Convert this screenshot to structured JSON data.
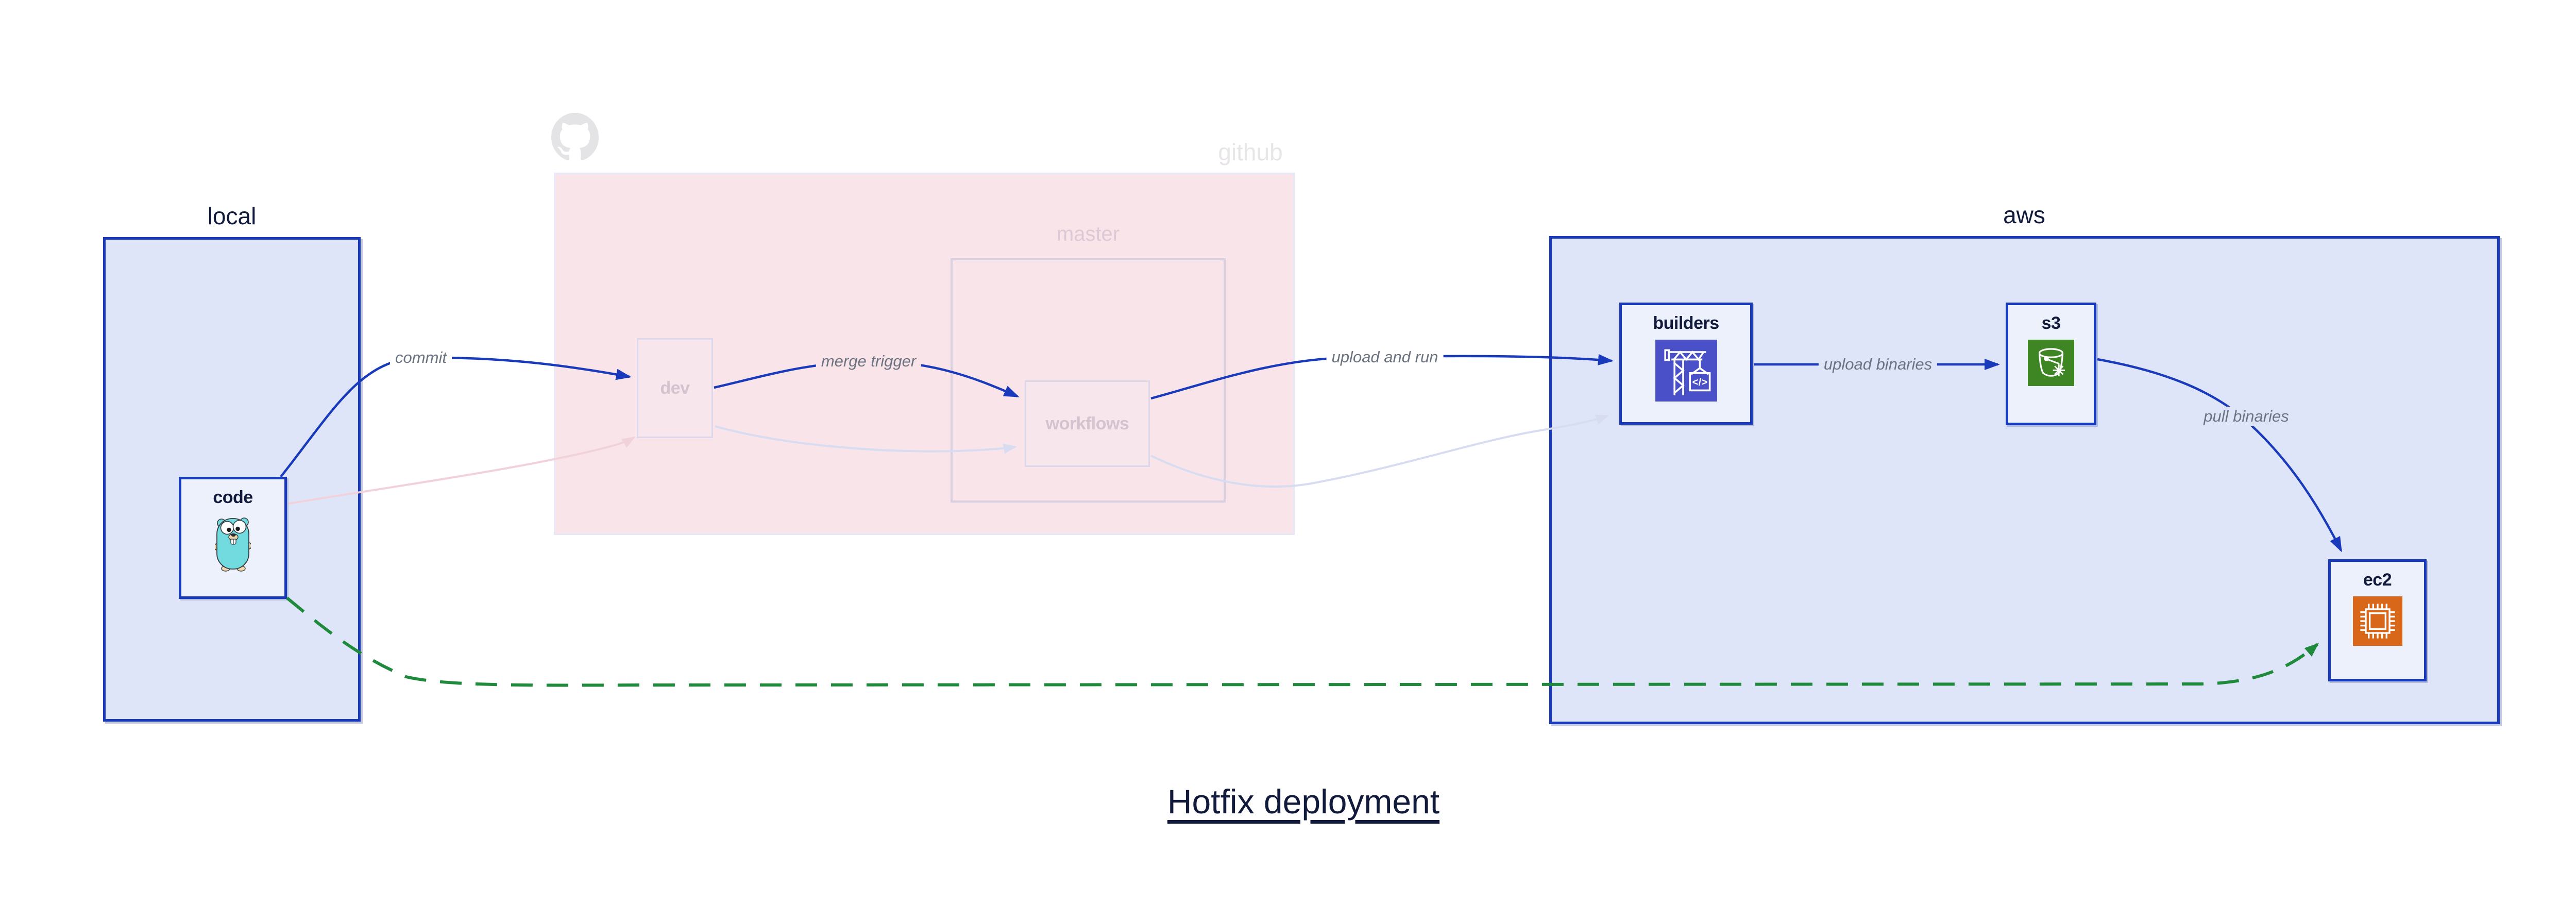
{
  "title": "Hotfix deployment",
  "regions": {
    "local": {
      "label": "local"
    },
    "github": {
      "label": "github",
      "master_label": "master"
    },
    "aws": {
      "label": "aws"
    }
  },
  "nodes": {
    "code": {
      "label": "code",
      "icon": "go-gopher"
    },
    "dev": {
      "label": "dev"
    },
    "workflows": {
      "label": "workflows"
    },
    "builders": {
      "label": "builders",
      "icon": "codebuild-crane"
    },
    "s3": {
      "label": "s3",
      "icon": "s3-bucket-snowflake"
    },
    "ec2": {
      "label": "ec2",
      "icon": "ec2-chip"
    }
  },
  "edges": {
    "commit": {
      "label": "commit"
    },
    "merge_trigger": {
      "label": "merge trigger"
    },
    "upload_and_run": {
      "label": "upload and run"
    },
    "upload_binaries": {
      "label": "upload binaries"
    },
    "pull_binaries": {
      "label": "pull binaries"
    }
  },
  "icons": {
    "github_mark": "octocat"
  },
  "colors": {
    "blue": "#1a3abc",
    "green": "#1f8a3c",
    "region_fill": "#dfe5f8",
    "node_fill": "#edf1fb",
    "pink_fill": "#f9e4ea",
    "pink_border": "#e4e8f7",
    "master_border": "#d8cfe0",
    "ghost_node_fill": "#f7e6ec",
    "ghost_node_border": "#dcd7ea",
    "ghost_node_text": "#d4c3cf",
    "ghost_text": "#e7e5e8",
    "master_text": "#ddc9d6",
    "faded_pink": "#f1d2da",
    "faded_lavender": "#d8dcf0",
    "label_gray": "#6b7280",
    "navy_text": "#111a3a",
    "codebuild_bg": "#4a50c8",
    "s3_bg": "#3e8624",
    "ec2_bg": "#d9671a",
    "gopher_teal": "#72dbe0"
  }
}
